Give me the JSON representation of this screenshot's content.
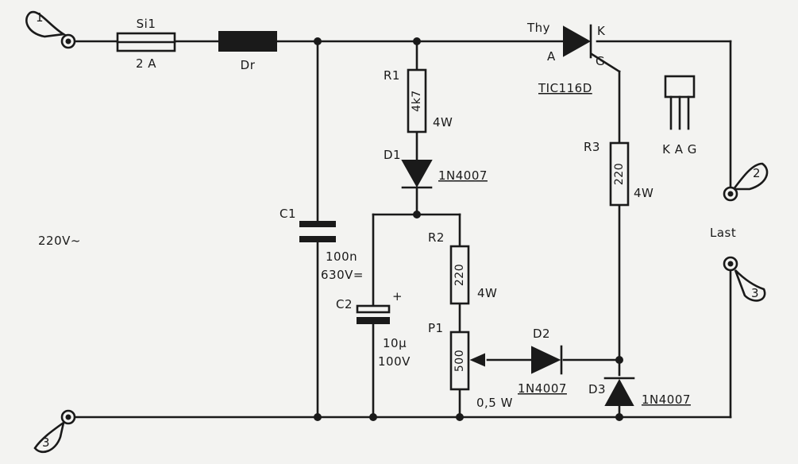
{
  "terminals": {
    "t1": "1",
    "t2": "2",
    "t3_load": "3",
    "t3_mains": "3"
  },
  "mains_label": "220V~",
  "load_label": "Last",
  "fuse": {
    "ref": "Si1",
    "value": "2 A"
  },
  "choke": {
    "ref": "Dr"
  },
  "c1": {
    "ref": "C1",
    "value": "100n",
    "rating": "630V="
  },
  "c2": {
    "ref": "C2",
    "polarity": "+",
    "value": "10µ",
    "rating": "100V"
  },
  "r1": {
    "ref": "R1",
    "value": "4k7",
    "power": "4W"
  },
  "d1": {
    "ref": "D1",
    "type": "1N4007"
  },
  "r2": {
    "ref": "R2",
    "value": "220",
    "power": "4W"
  },
  "p1": {
    "ref": "P1",
    "value": "500",
    "power": "0,5 W"
  },
  "d2": {
    "ref": "D2",
    "type": "1N4007"
  },
  "d3": {
    "ref": "D3",
    "type": "1N4007"
  },
  "r3": {
    "ref": "R3",
    "value": "220",
    "power": "4W"
  },
  "thyristor": {
    "ref": "Thy",
    "type": "TIC116D",
    "anode": "A",
    "cathode": "K",
    "gate": "G"
  },
  "package": {
    "pins": "K A G"
  }
}
